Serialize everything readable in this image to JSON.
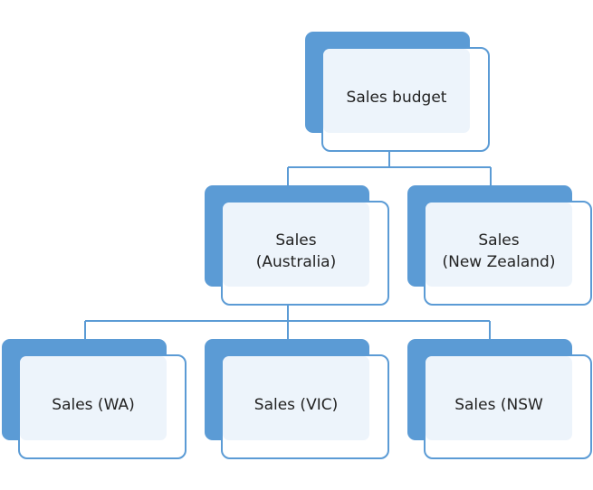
{
  "chart_data": {
    "type": "org-chart",
    "nodes": [
      {
        "id": "budget",
        "lines": [
          "Sales budget"
        ],
        "parent": null
      },
      {
        "id": "aus",
        "lines": [
          "Sales",
          "(Australia)"
        ],
        "parent": "budget"
      },
      {
        "id": "nz",
        "lines": [
          "Sales",
          "(New Zealand)"
        ],
        "parent": "budget"
      },
      {
        "id": "wa",
        "lines": [
          "Sales (WA)"
        ],
        "parent": "aus"
      },
      {
        "id": "vic",
        "lines": [
          "Sales (VIC)"
        ],
        "parent": "aus"
      },
      {
        "id": "nsw",
        "lines": [
          "Sales (NSW"
        ],
        "parent": "aus"
      }
    ]
  },
  "colors": {
    "accent": "#5b9bd5",
    "fill": "#edf4fb"
  }
}
